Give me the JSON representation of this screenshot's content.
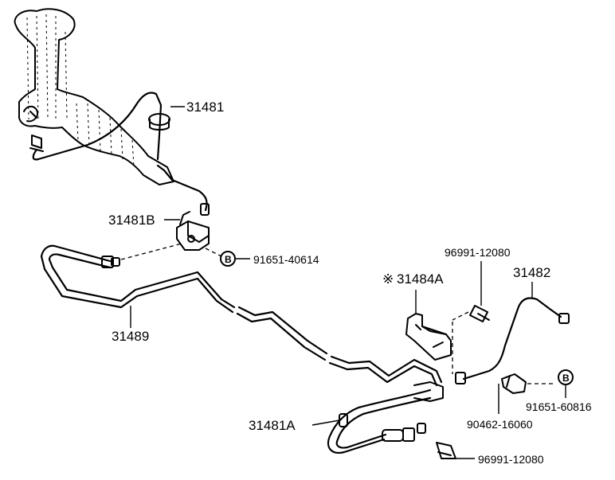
{
  "labels": {
    "p31481": "31481",
    "p31481B": "31481B",
    "p91651_40614": "91651-40614",
    "p31489": "31489",
    "p96991_12080_top": "96991-12080",
    "p31484A": "31484A",
    "p31484A_mark": "※",
    "p31482": "31482",
    "p91651_60816": "91651-60816",
    "p90462_16060": "90462-16060",
    "p31481A": "31481A",
    "p96991_12080_bottom": "96991-12080",
    "circle_b_left": "B",
    "circle_b_right": "B"
  }
}
